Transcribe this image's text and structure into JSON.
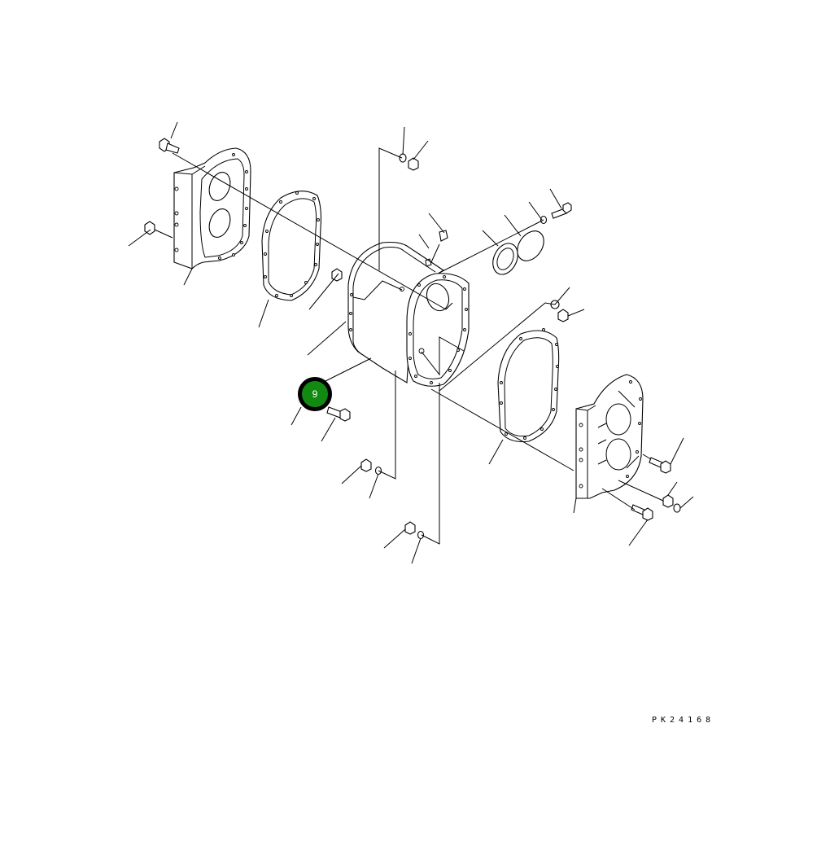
{
  "diagram": {
    "type": "exploded parts diagram",
    "subject": "gear case / housing assembly with covers, gaskets, bolts, nuts and washers",
    "drawing_code": "PK24168",
    "callouts": [
      {
        "number": "9",
        "color": "#128a12",
        "ring_color": "#000000",
        "points_to": "housing body / bolt"
      }
    ],
    "parts": [
      "left-cover-plate",
      "left-gasket",
      "housing-body",
      "small-round-cover",
      "small-gasket",
      "right-gasket",
      "right-cover-plate",
      "bolts",
      "nuts",
      "washers",
      "breather-plug"
    ]
  }
}
